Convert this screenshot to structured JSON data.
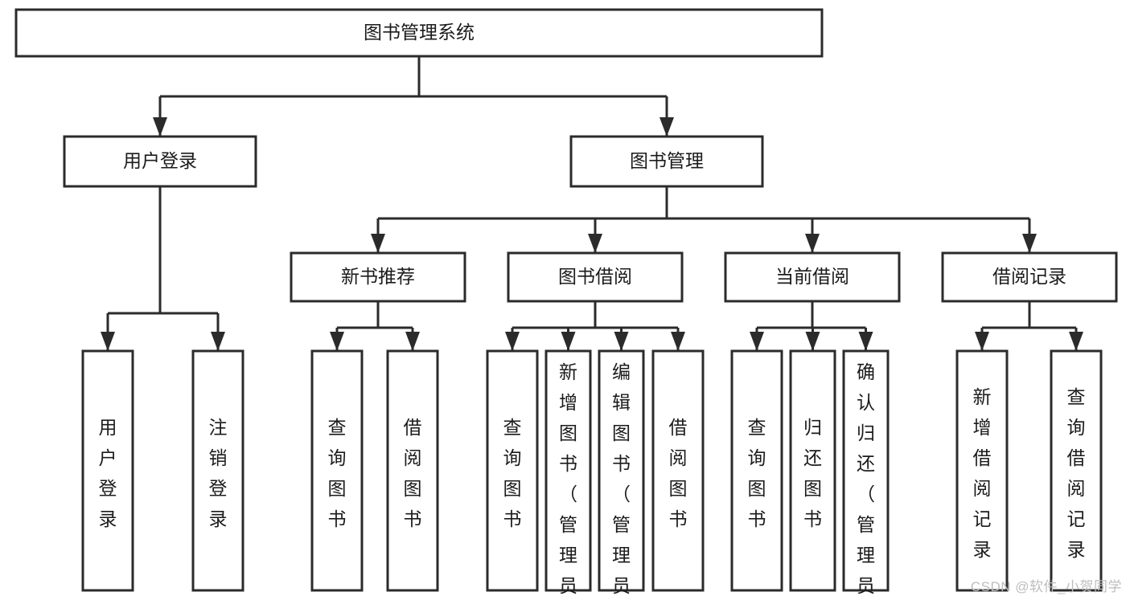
{
  "diagram": {
    "type": "tree",
    "title": "图书管理系统",
    "orientation": "top-down",
    "colors": {
      "box_stroke": "#2b2b2b",
      "box_fill": "#ffffff",
      "connector": "#2b2b2b",
      "text": "#1b1b1b",
      "watermark": "#bdbdbd"
    },
    "nodes": {
      "root": {
        "label": "图书管理系统",
        "text_direction": "horizontal"
      },
      "level2": [
        {
          "id": "user-login",
          "label": "用户登录",
          "text_direction": "horizontal"
        },
        {
          "id": "book-management",
          "label": "图书管理",
          "text_direction": "horizontal"
        }
      ],
      "level3": [
        {
          "id": "new-book-recommend",
          "label": "新书推荐",
          "text_direction": "horizontal"
        },
        {
          "id": "book-borrow",
          "label": "图书借阅",
          "text_direction": "horizontal"
        },
        {
          "id": "current-borrow",
          "label": "当前借阅",
          "text_direction": "horizontal"
        },
        {
          "id": "borrow-record",
          "label": "借阅记录",
          "text_direction": "horizontal"
        }
      ],
      "leaves": {
        "user-login": [
          {
            "id": "leaf-user-login",
            "label": "用户登录",
            "text_direction": "vertical"
          },
          {
            "id": "leaf-logout-login",
            "label": "注销登录",
            "text_direction": "vertical"
          }
        ],
        "new-book-recommend": [
          {
            "id": "leaf-query-book-1",
            "label": "查询图书",
            "text_direction": "vertical"
          },
          {
            "id": "leaf-borrow-book-1",
            "label": "借阅图书",
            "text_direction": "vertical"
          }
        ],
        "book-borrow": [
          {
            "id": "leaf-query-book-2",
            "label": "查询图书",
            "text_direction": "vertical"
          },
          {
            "id": "leaf-add-book-admin",
            "label": "新增图书（管理员）",
            "text_direction": "vertical"
          },
          {
            "id": "leaf-edit-book-admin",
            "label": "编辑图书（管理员）",
            "text_direction": "vertical"
          },
          {
            "id": "leaf-borrow-book-2",
            "label": "借阅图书",
            "text_direction": "vertical"
          }
        ],
        "current-borrow": [
          {
            "id": "leaf-query-book-3",
            "label": "查询图书",
            "text_direction": "vertical"
          },
          {
            "id": "leaf-return-book",
            "label": "归还图书",
            "text_direction": "vertical"
          },
          {
            "id": "leaf-confirm-return-admin",
            "label": "确认归还（管理员）",
            "text_direction": "vertical"
          }
        ],
        "borrow-record": [
          {
            "id": "leaf-add-borrow-record",
            "label": "新增借阅记录",
            "text_direction": "vertical"
          },
          {
            "id": "leaf-query-borrow-record",
            "label": "查询借阅记录",
            "text_direction": "vertical"
          }
        ]
      }
    },
    "watermark": "CSDN @软件_小贺同学"
  }
}
